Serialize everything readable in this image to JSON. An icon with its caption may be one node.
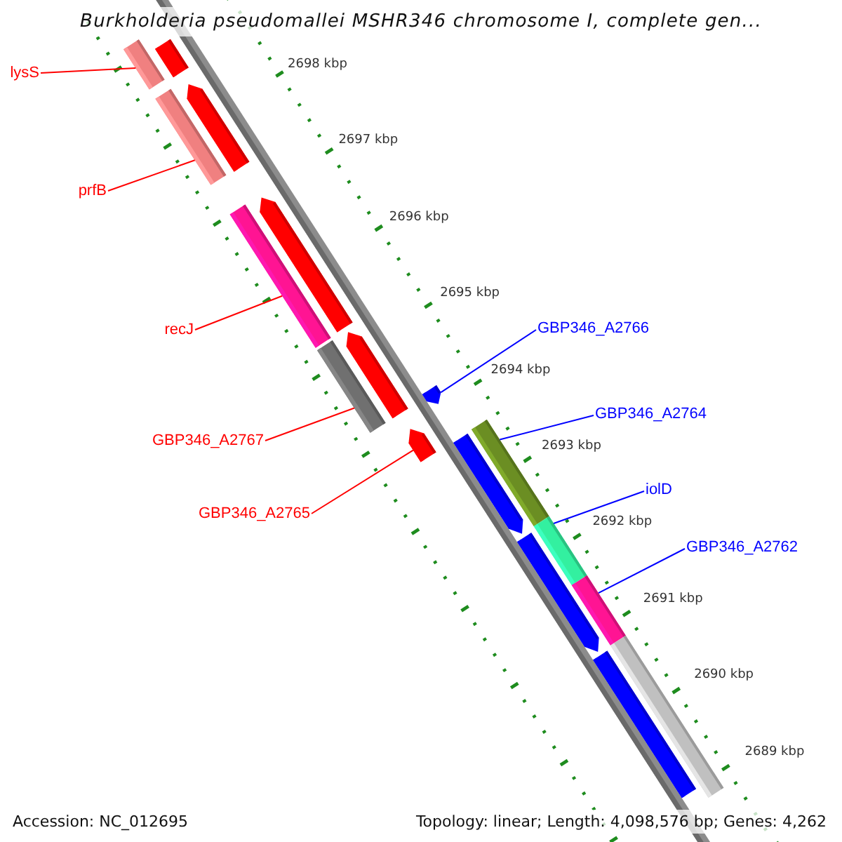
{
  "diagram": {
    "title": "Burkholderia pseudomallei MSHR346 chromosome I, complete gen...",
    "nodes": [
      {
        "text": [
          "lysS"
        ]
      },
      {
        "text": [
          "prfB"
        ]
      },
      {
        "text": [
          "recJ"
        ]
      },
      {
        "text": [
          "GBP346_A2767"
        ]
      },
      {
        "text": [
          "GBP346_A2765"
        ]
      },
      {
        "text": [
          "GBP346_A2766"
        ]
      },
      {
        "text": [
          "GBP346_A2764"
        ]
      },
      {
        "text": [
          "iolD"
        ]
      },
      {
        "text": [
          "GBP346_A2762"
        ]
      },
      {
        "text": [],
        "shape": "bar"
      },
      {
        "text": [],
        "shape": "bar"
      },
      {
        "text": [],
        "shape": "bar"
      },
      {
        "text": [],
        "shape": "bar"
      },
      {
        "text": [],
        "shape": "bar"
      },
      {
        "text": [],
        "shape": "bar"
      },
      {
        "text": [],
        "shape": "bar"
      },
      {
        "text": [],
        "shape": "bar"
      },
      {
        "text": [],
        "shape": "bar"
      },
      {
        "text": [],
        "shape": "bar"
      },
      {
        "text": [],
        "shape": "bar"
      },
      {
        "text": [],
        "shape": "bar"
      },
      {
        "text": [],
        "shape": "bar"
      },
      {
        "text": [],
        "shape": "bar"
      },
      {
        "text": [],
        "shape": "bar"
      },
      {
        "text": [],
        "shape": "bar"
      },
      {
        "text": [],
        "shape": "bar"
      }
    ],
    "edges": [
      {
        "from": 0,
        "to": 9,
        "arrow": "none"
      },
      {
        "from": 1,
        "to": 11,
        "arrow": "none"
      },
      {
        "from": 2,
        "to": 13,
        "arrow": "none"
      },
      {
        "from": 3,
        "to": 15,
        "arrow": "none"
      },
      {
        "from": 4,
        "to": 18,
        "arrow": "none"
      },
      {
        "from": 5,
        "to": 17,
        "arrow": "none",
        "color": "#0000ff"
      },
      {
        "from": 6,
        "to": 19,
        "arrow": "none",
        "color": "#0000ff"
      },
      {
        "from": 7,
        "to": 21,
        "arrow": "none",
        "color": "#0000ff"
      },
      {
        "from": 8,
        "to": 23,
        "arrow": "none",
        "color": "#0000ff"
      }
    ],
    "labels": [
      "2698 kbp",
      "2697 kbp",
      "2696 kbp",
      "2695 kbp",
      "2694 kbp",
      "2693 kbp",
      "2692 kbp",
      "2691 kbp",
      "2690 kbp",
      "2689 kbp",
      "Accession: NC_012695",
      "Topology: linear; Length: 4,098,576 bp; Genes: 4,262"
    ]
  }
}
